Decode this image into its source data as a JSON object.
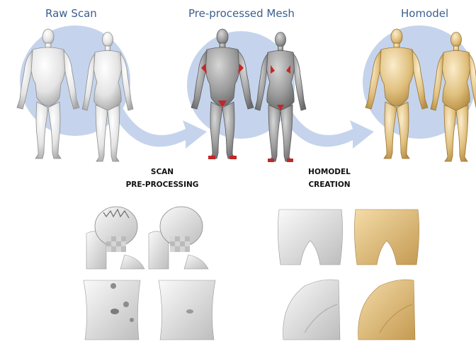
{
  "stages": [
    {
      "title": "Raw Scan"
    },
    {
      "title": "Pre-processed Mesh"
    },
    {
      "title": "Homodel"
    }
  ],
  "steps": [
    {
      "line1": "SCAN",
      "line2": "PRE-PROCESSING"
    },
    {
      "line1": "HOMODEL",
      "line2": "CREATION"
    }
  ],
  "colors": {
    "title": "#3a5f8f",
    "circle": "#c5d4ec",
    "arrow": "#c5d4ec",
    "raw_mesh": "#e2e2e2",
    "processed_mesh": "#9c9c9c",
    "homodel_mesh": "#e0c07e",
    "defect_highlight": "#c0282a"
  }
}
